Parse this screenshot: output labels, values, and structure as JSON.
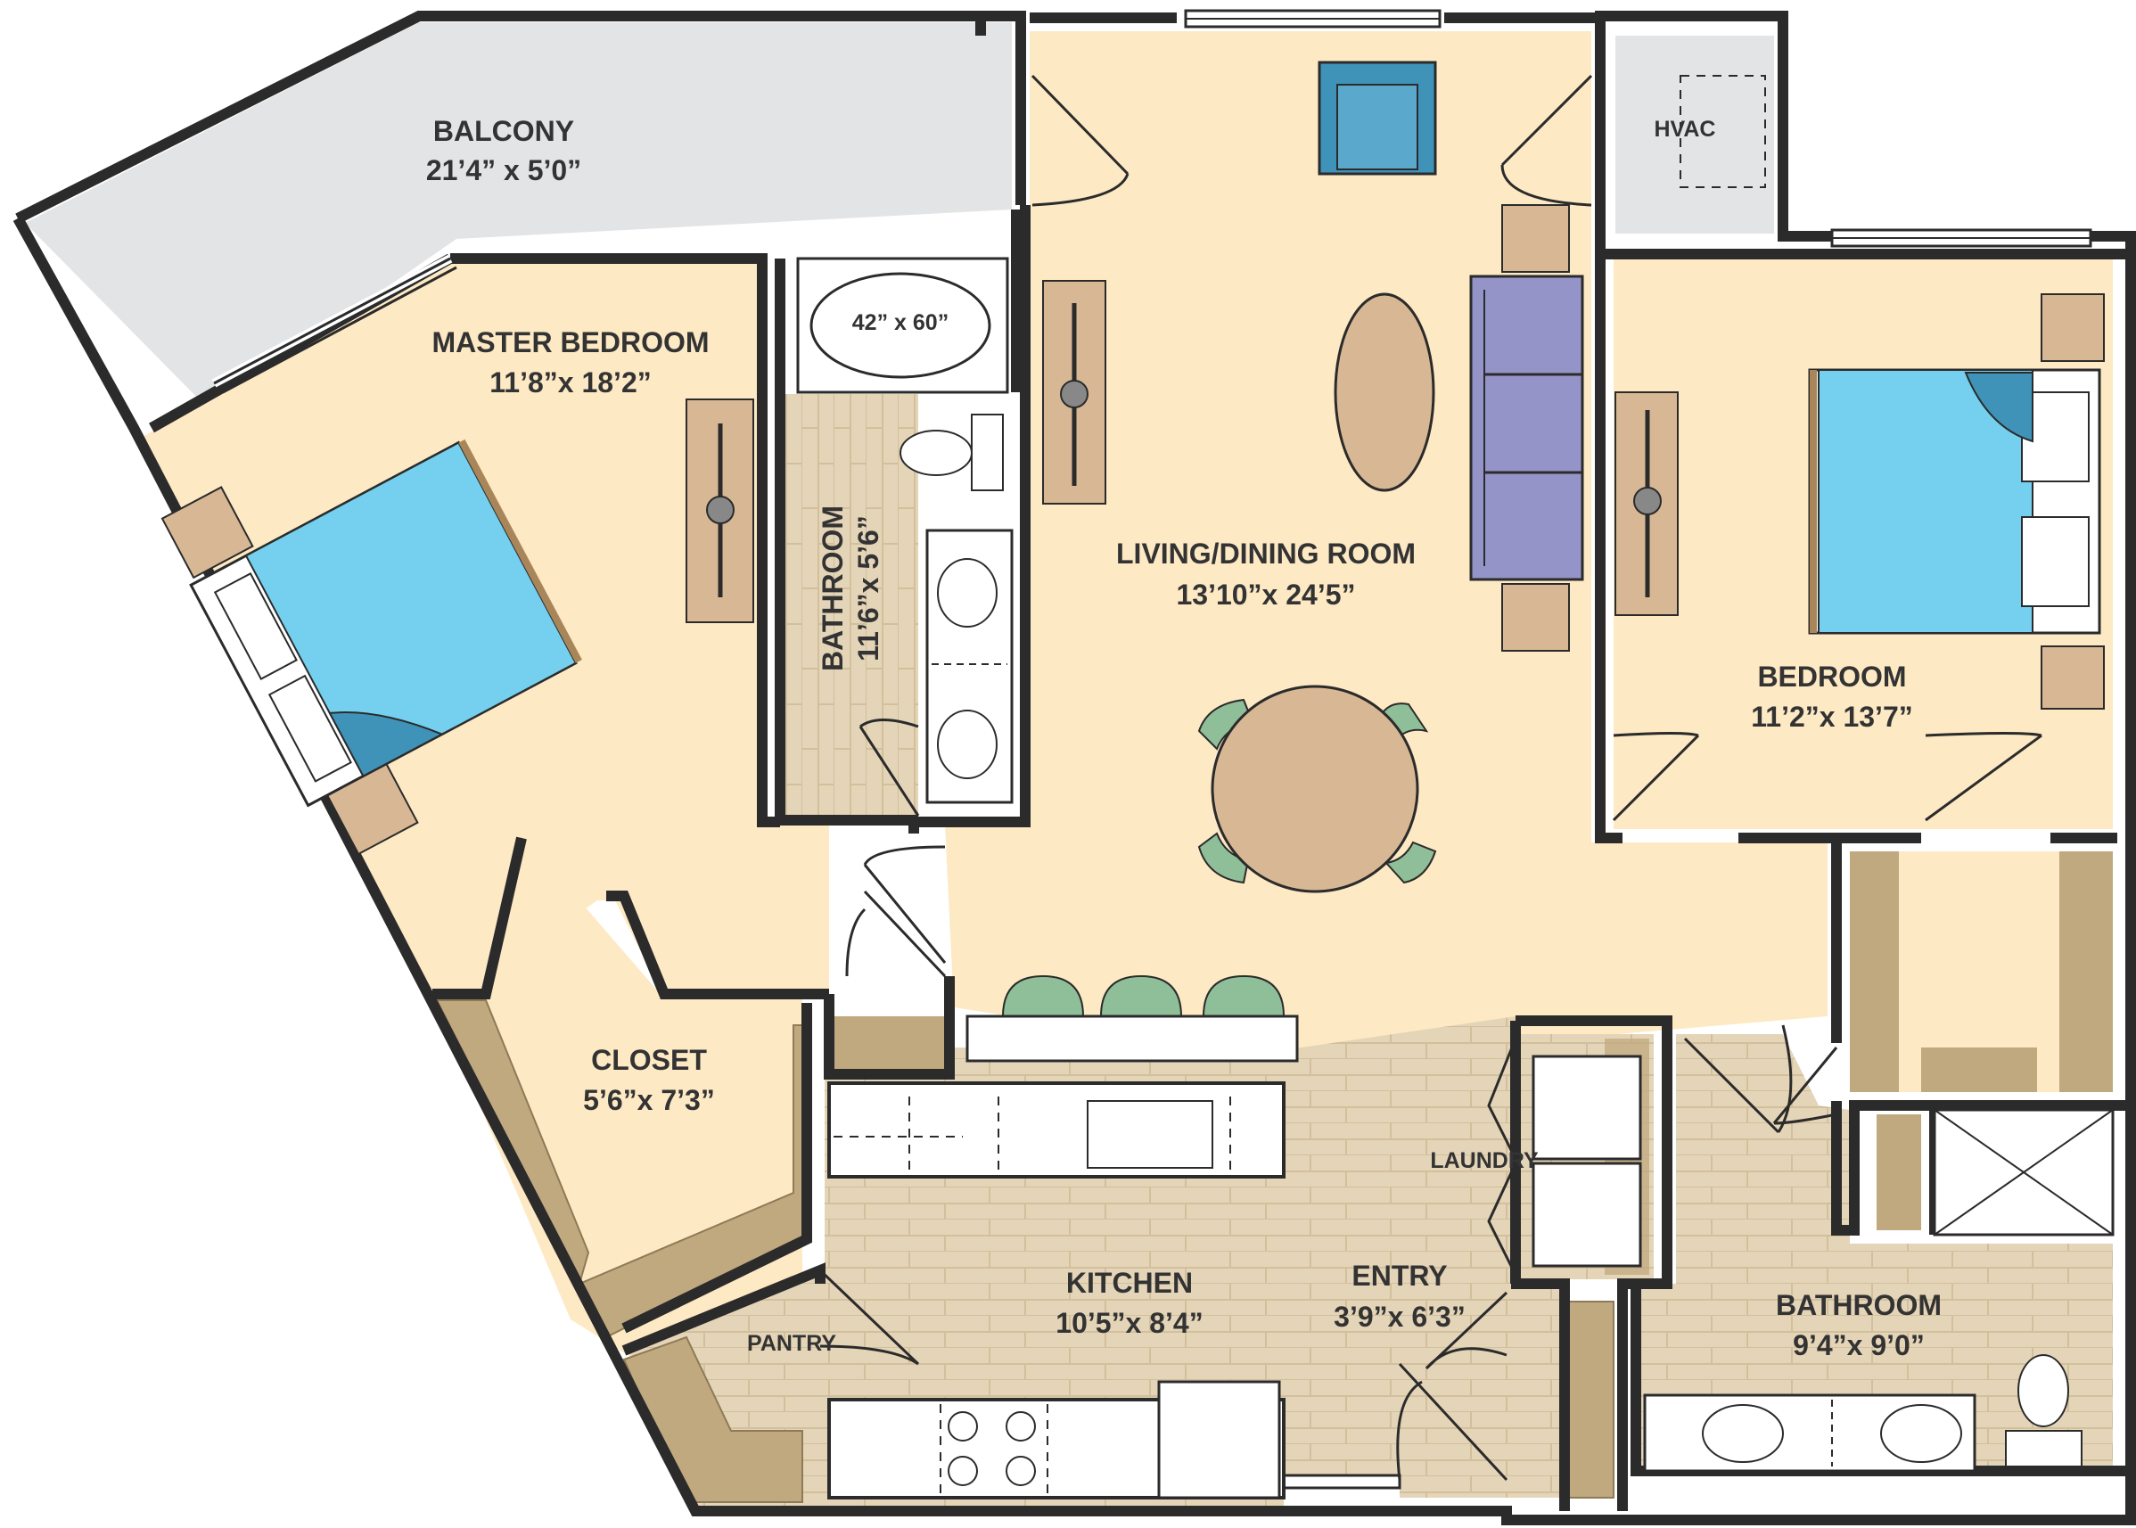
{
  "rooms": {
    "balcony": {
      "name": "BALCONY",
      "dims": "21’4” x 5’0”"
    },
    "master_bedroom": {
      "name": "MASTER BEDROOM",
      "dims": "11’8”x 18’2”"
    },
    "bathroom_1": {
      "name": "BATHROOM",
      "dims": "11’6”x 5’6”"
    },
    "tub": {
      "size": "42” x 60”"
    },
    "living_dining": {
      "name": "LIVING/DINING ROOM",
      "dims": "13’10”x 24’5”"
    },
    "hvac": {
      "name": "HVAC"
    },
    "bedroom": {
      "name": "BEDROOM",
      "dims": "11’2”x 13’7”"
    },
    "closet": {
      "name": "CLOSET",
      "dims": "5’6”x 7’3”"
    },
    "laundry": {
      "name": "LAUNDRY"
    },
    "kitchen": {
      "name": "KITCHEN",
      "dims": "10’5”x 8’4”"
    },
    "entry": {
      "name": "ENTRY",
      "dims": "3’9”x 6’3”"
    },
    "pantry": {
      "name": "PANTRY"
    },
    "bathroom_2": {
      "name": "BATHROOM",
      "dims": "9’4”x 9’0”"
    }
  },
  "colors": {
    "room_fill": "#fde9c4",
    "balcony_fill": "#e3e4e6",
    "wood_floor": "#e3d3b6",
    "closet_shelf": "#c0a87f",
    "furniture_tan": "#d8b894",
    "bed_blue": "#74d0ee",
    "chair_teal": "#3f93b8",
    "sofa_purple": "#9594c8",
    "chair_green": "#8fbf98",
    "wall": "#2b2b2b"
  }
}
